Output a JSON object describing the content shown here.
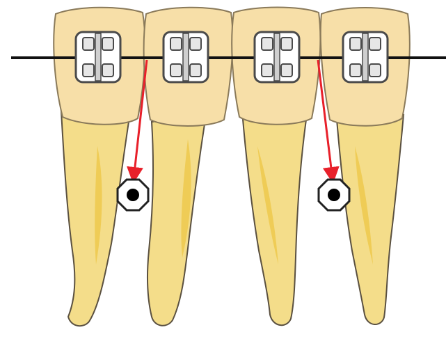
{
  "diagram": {
    "teeth_count": 4,
    "brackets_per_tooth": 1,
    "mini_implants": 2,
    "force_vectors": 2,
    "colors": {
      "crown": "#f7dfa8",
      "crown_outline": "#8a7a5a",
      "root": "#f4dd8a",
      "root_shading": "#ecc440",
      "root_outline": "#5a5040",
      "bracket_fill": "#ffffff",
      "bracket_outline": "#4a4a4a",
      "bracket_shading": "#cfcfcf",
      "archwire": "#111111",
      "force_arrow": "#e8202a",
      "implant_ring": "#ffffff",
      "implant_outline": "#222222",
      "implant_center": "#000000"
    },
    "icons": {
      "bracket": "orthodontic-bracket-icon",
      "implant": "mini-implant-icon"
    }
  }
}
